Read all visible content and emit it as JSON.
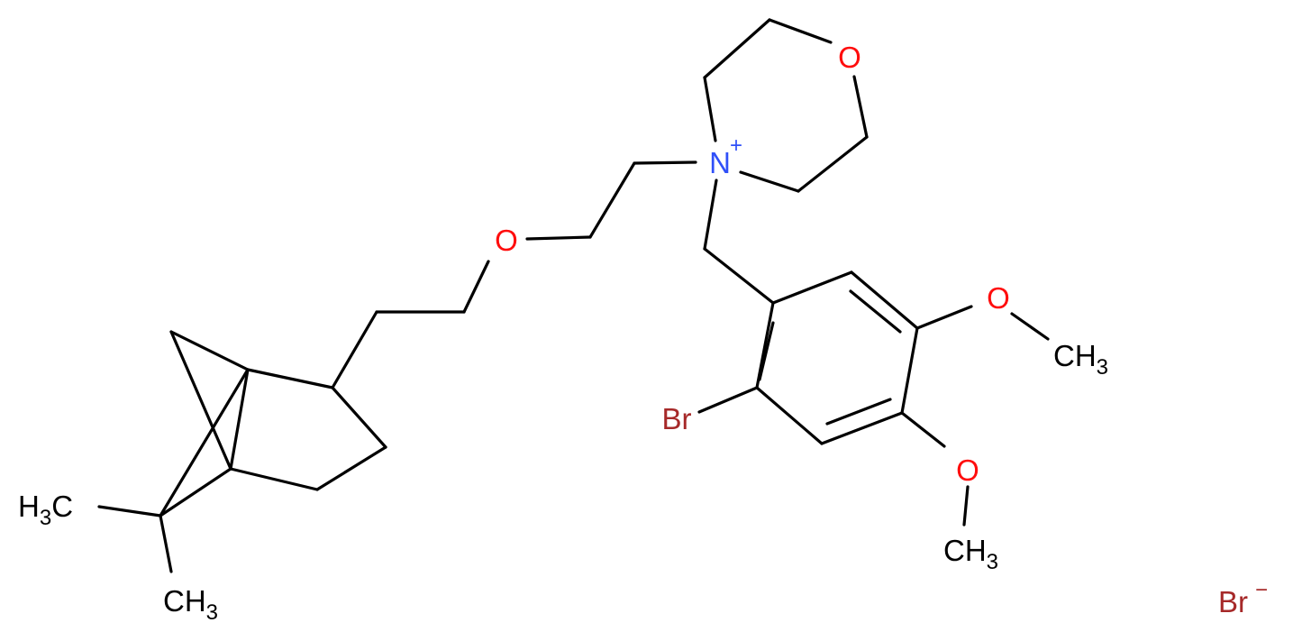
{
  "colors": {
    "bond": "#000000",
    "oxygen": "#ff0d0d",
    "nitrogen": "#3050f8",
    "bromine": "#a62929",
    "carbon": "#000000",
    "background": "#ffffff"
  },
  "atoms": {
    "o_morpholine": {
      "symbol": "O"
    },
    "n_plus": {
      "symbol": "N",
      "charge": "+"
    },
    "o_ether": {
      "symbol": "O"
    },
    "o_methoxy_upper": {
      "symbol": "O"
    },
    "o_methoxy_lower": {
      "symbol": "O"
    },
    "br_aryl": {
      "symbol": "Br"
    },
    "ch3_upper": {
      "main": "CH",
      "sub": "3"
    },
    "ch3_lower": {
      "main": "CH",
      "sub": "3"
    },
    "ch3_gem_bottom": {
      "main": "CH",
      "sub": "3"
    },
    "h3c_gem_left": {
      "pre": "H",
      "sub": "3",
      "post": "C"
    },
    "bromide": {
      "symbol": "Br",
      "charge": "−"
    }
  }
}
